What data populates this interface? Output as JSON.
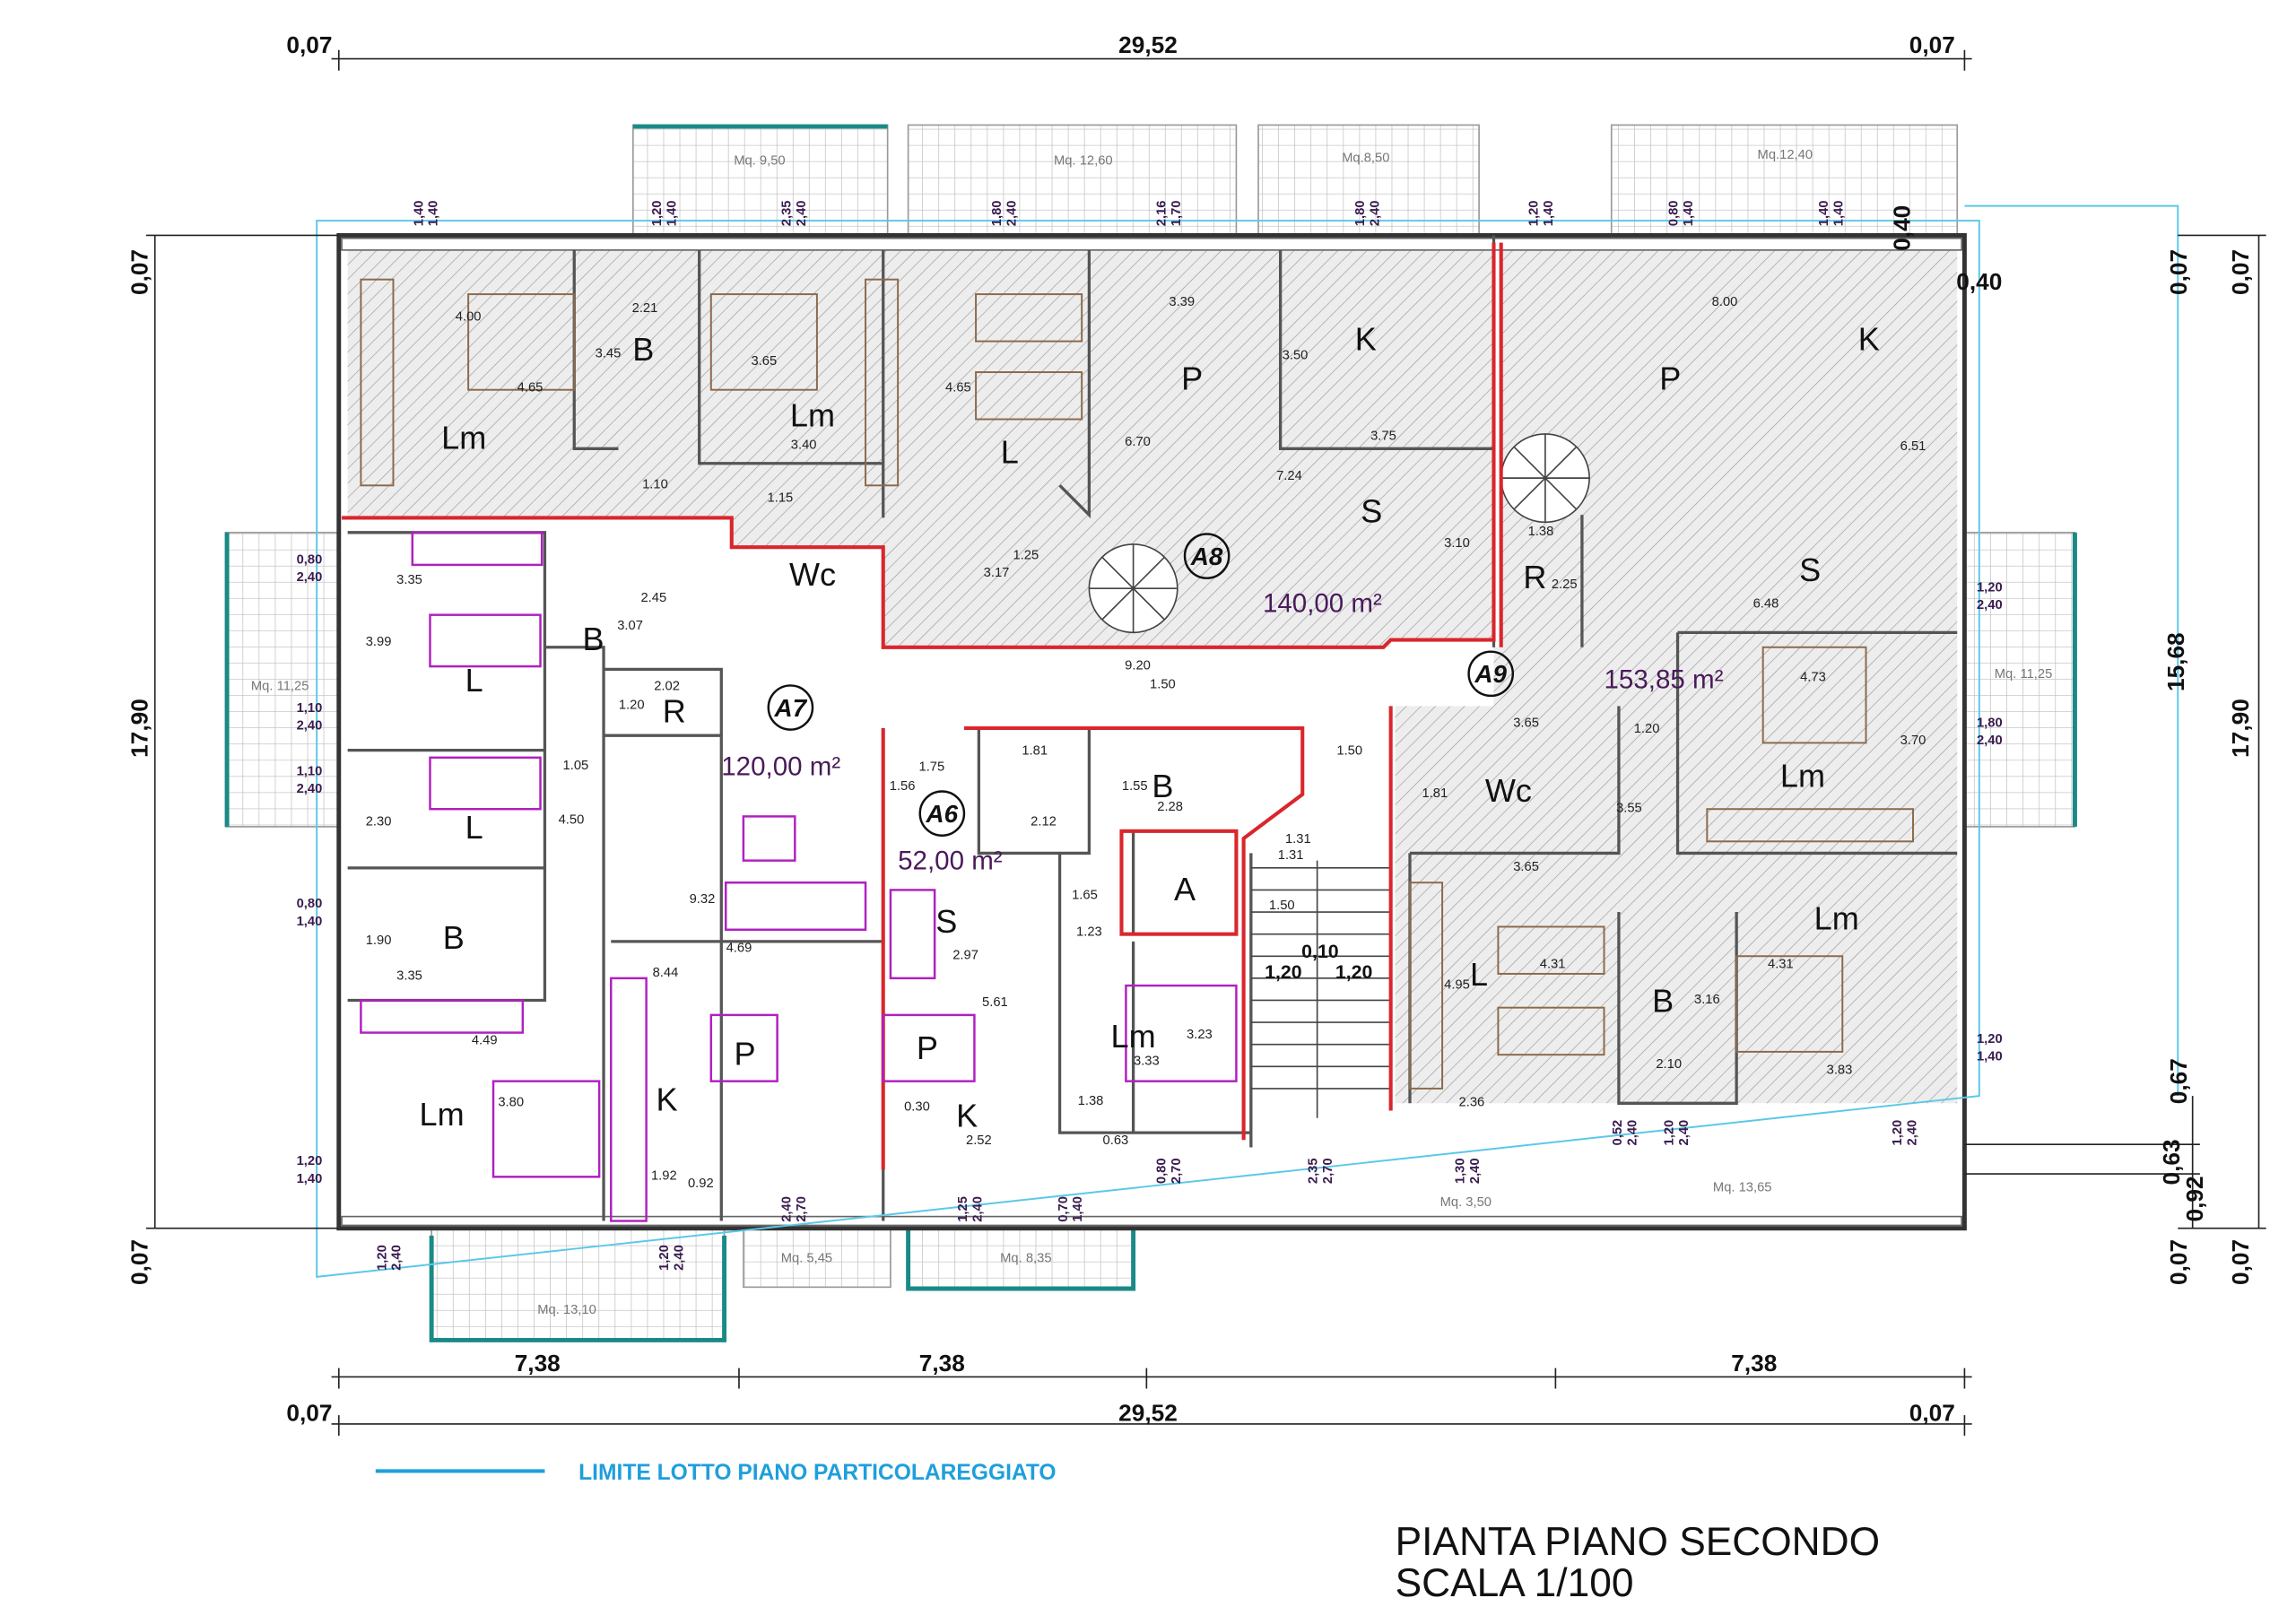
{
  "overall_dimensions": {
    "top": [
      "0,07",
      "29,52",
      "0,07"
    ],
    "bottom_segments": [
      "7,38",
      "7,38",
      "7,38"
    ],
    "bottom": [
      "0,07",
      "29,52",
      "0,07"
    ],
    "left": [
      "0,07",
      "17,90",
      "0,07"
    ],
    "right": [
      "0,07",
      "0,07",
      "17,90",
      "15,68",
      "0,07",
      "0,07",
      "0,40",
      "0,40",
      "0,67",
      "0,63",
      "0,92"
    ]
  },
  "units": [
    {
      "id": "A8",
      "area": "140,00 m²"
    },
    {
      "id": "A9",
      "area": "153,85 m²"
    },
    {
      "id": "A7",
      "area": "120,00 m²"
    },
    {
      "id": "A6",
      "area": "52,00 m²"
    }
  ],
  "rooms": [
    "Lm",
    "B",
    "Lm",
    "L",
    "P",
    "K",
    "S",
    "Wc",
    "P",
    "K",
    "S",
    "R",
    "Lm",
    "Wc",
    "Lm",
    "L",
    "B",
    "B",
    "L",
    "L",
    "B",
    "Lm",
    "K",
    "R",
    "P",
    "S",
    "P",
    "K",
    "Lm",
    "B",
    "A"
  ],
  "balconies": [
    "Mq. 9,50",
    "Mq. 12,60",
    "Mq.8,50",
    "Mq.12,40",
    "Mq. 11,25",
    "Mq. 11,25",
    "Mq. 13,10",
    "Mq. 5,45",
    "Mq. 8,35",
    "Mq. 3,50",
    "Mq. 13,65"
  ],
  "windows": [
    [
      "1,40",
      "1,40"
    ],
    [
      "1,20",
      "1,40"
    ],
    [
      "2,35",
      "2,40"
    ],
    [
      "1,80",
      "2,40"
    ],
    [
      "2,16",
      "1,70"
    ],
    [
      "1,80",
      "2,40"
    ],
    [
      "1,20",
      "1,40"
    ],
    [
      "0,80",
      "1,40"
    ],
    [
      "1,40",
      "1,40"
    ],
    [
      "0,80",
      "2,40"
    ],
    [
      "1,10",
      "2,40"
    ],
    [
      "1,10",
      "2,40"
    ],
    [
      "0,80",
      "1,40"
    ],
    [
      "1,20",
      "1,40"
    ],
    [
      "1,20",
      "2,40"
    ],
    [
      "1,80",
      "2,40"
    ],
    [
      "1,20",
      "1,40"
    ],
    [
      "1,20",
      "2,40"
    ],
    [
      "1,20",
      "2,40"
    ],
    [
      "2,40",
      "2,70"
    ],
    [
      "1,25",
      "2,40"
    ],
    [
      "0,70",
      "1,40"
    ],
    [
      "0,80",
      "2,70"
    ],
    [
      "2,35",
      "2,70"
    ],
    [
      "1,30",
      "2,40"
    ],
    [
      "0,52",
      "2,40"
    ],
    [
      "1,20",
      "2,40"
    ],
    [
      "1,20",
      "2,40"
    ]
  ],
  "inner_dimensions": [
    "4.00",
    "2.21",
    "3.45",
    "3.65",
    "4.65",
    "4.65",
    "3.40",
    "1.10",
    "1.15",
    "3.39",
    "3.50",
    "6.70",
    "3.75",
    "7.24",
    "8.00",
    "6.51",
    "1.25",
    "3.17",
    "3.10",
    "1.38",
    "2.25",
    "6.48",
    "9.20",
    "1.50",
    "4.73",
    "3.65",
    "1.20",
    "3.70",
    "1.81",
    "3.55",
    "3.65",
    "4.95",
    "4.31",
    "4.31",
    "3.16",
    "2.10",
    "3.83",
    "2.36",
    "3.35",
    "3.99",
    "3.07",
    "2.45",
    "2.02",
    "1.20",
    "1.05",
    "4.50",
    "2.30",
    "1.90",
    "3.35",
    "4.49",
    "3.80",
    "1.92",
    "0.92",
    "8.44",
    "9.32",
    "4.69",
    "1.75",
    "1.56",
    "2.12",
    "1.81",
    "1.55",
    "2.28",
    "1.31",
    "1.31",
    "1.50",
    "1.50",
    "1.65",
    "1.23",
    "2.97",
    "5.61",
    "3.33",
    "3.23",
    "1.38",
    "0.63",
    "2.52",
    "0.30"
  ],
  "stairs": [
    "0,10",
    "1,20",
    "1,20"
  ],
  "legend": {
    "label": "LIMITE LOTTO PIANO PARTICOLAREGGIATO",
    "color": "#1e9fdc"
  },
  "title": {
    "line1": "PIANTA PIANO SECONDO",
    "line2": "SCALA 1/100"
  },
  "colors": {
    "unit_boundary": "#d9262c",
    "furniture": "#b020c0",
    "balcony_edge": "#1a8a86",
    "lot_line": "#5bc8e8"
  }
}
